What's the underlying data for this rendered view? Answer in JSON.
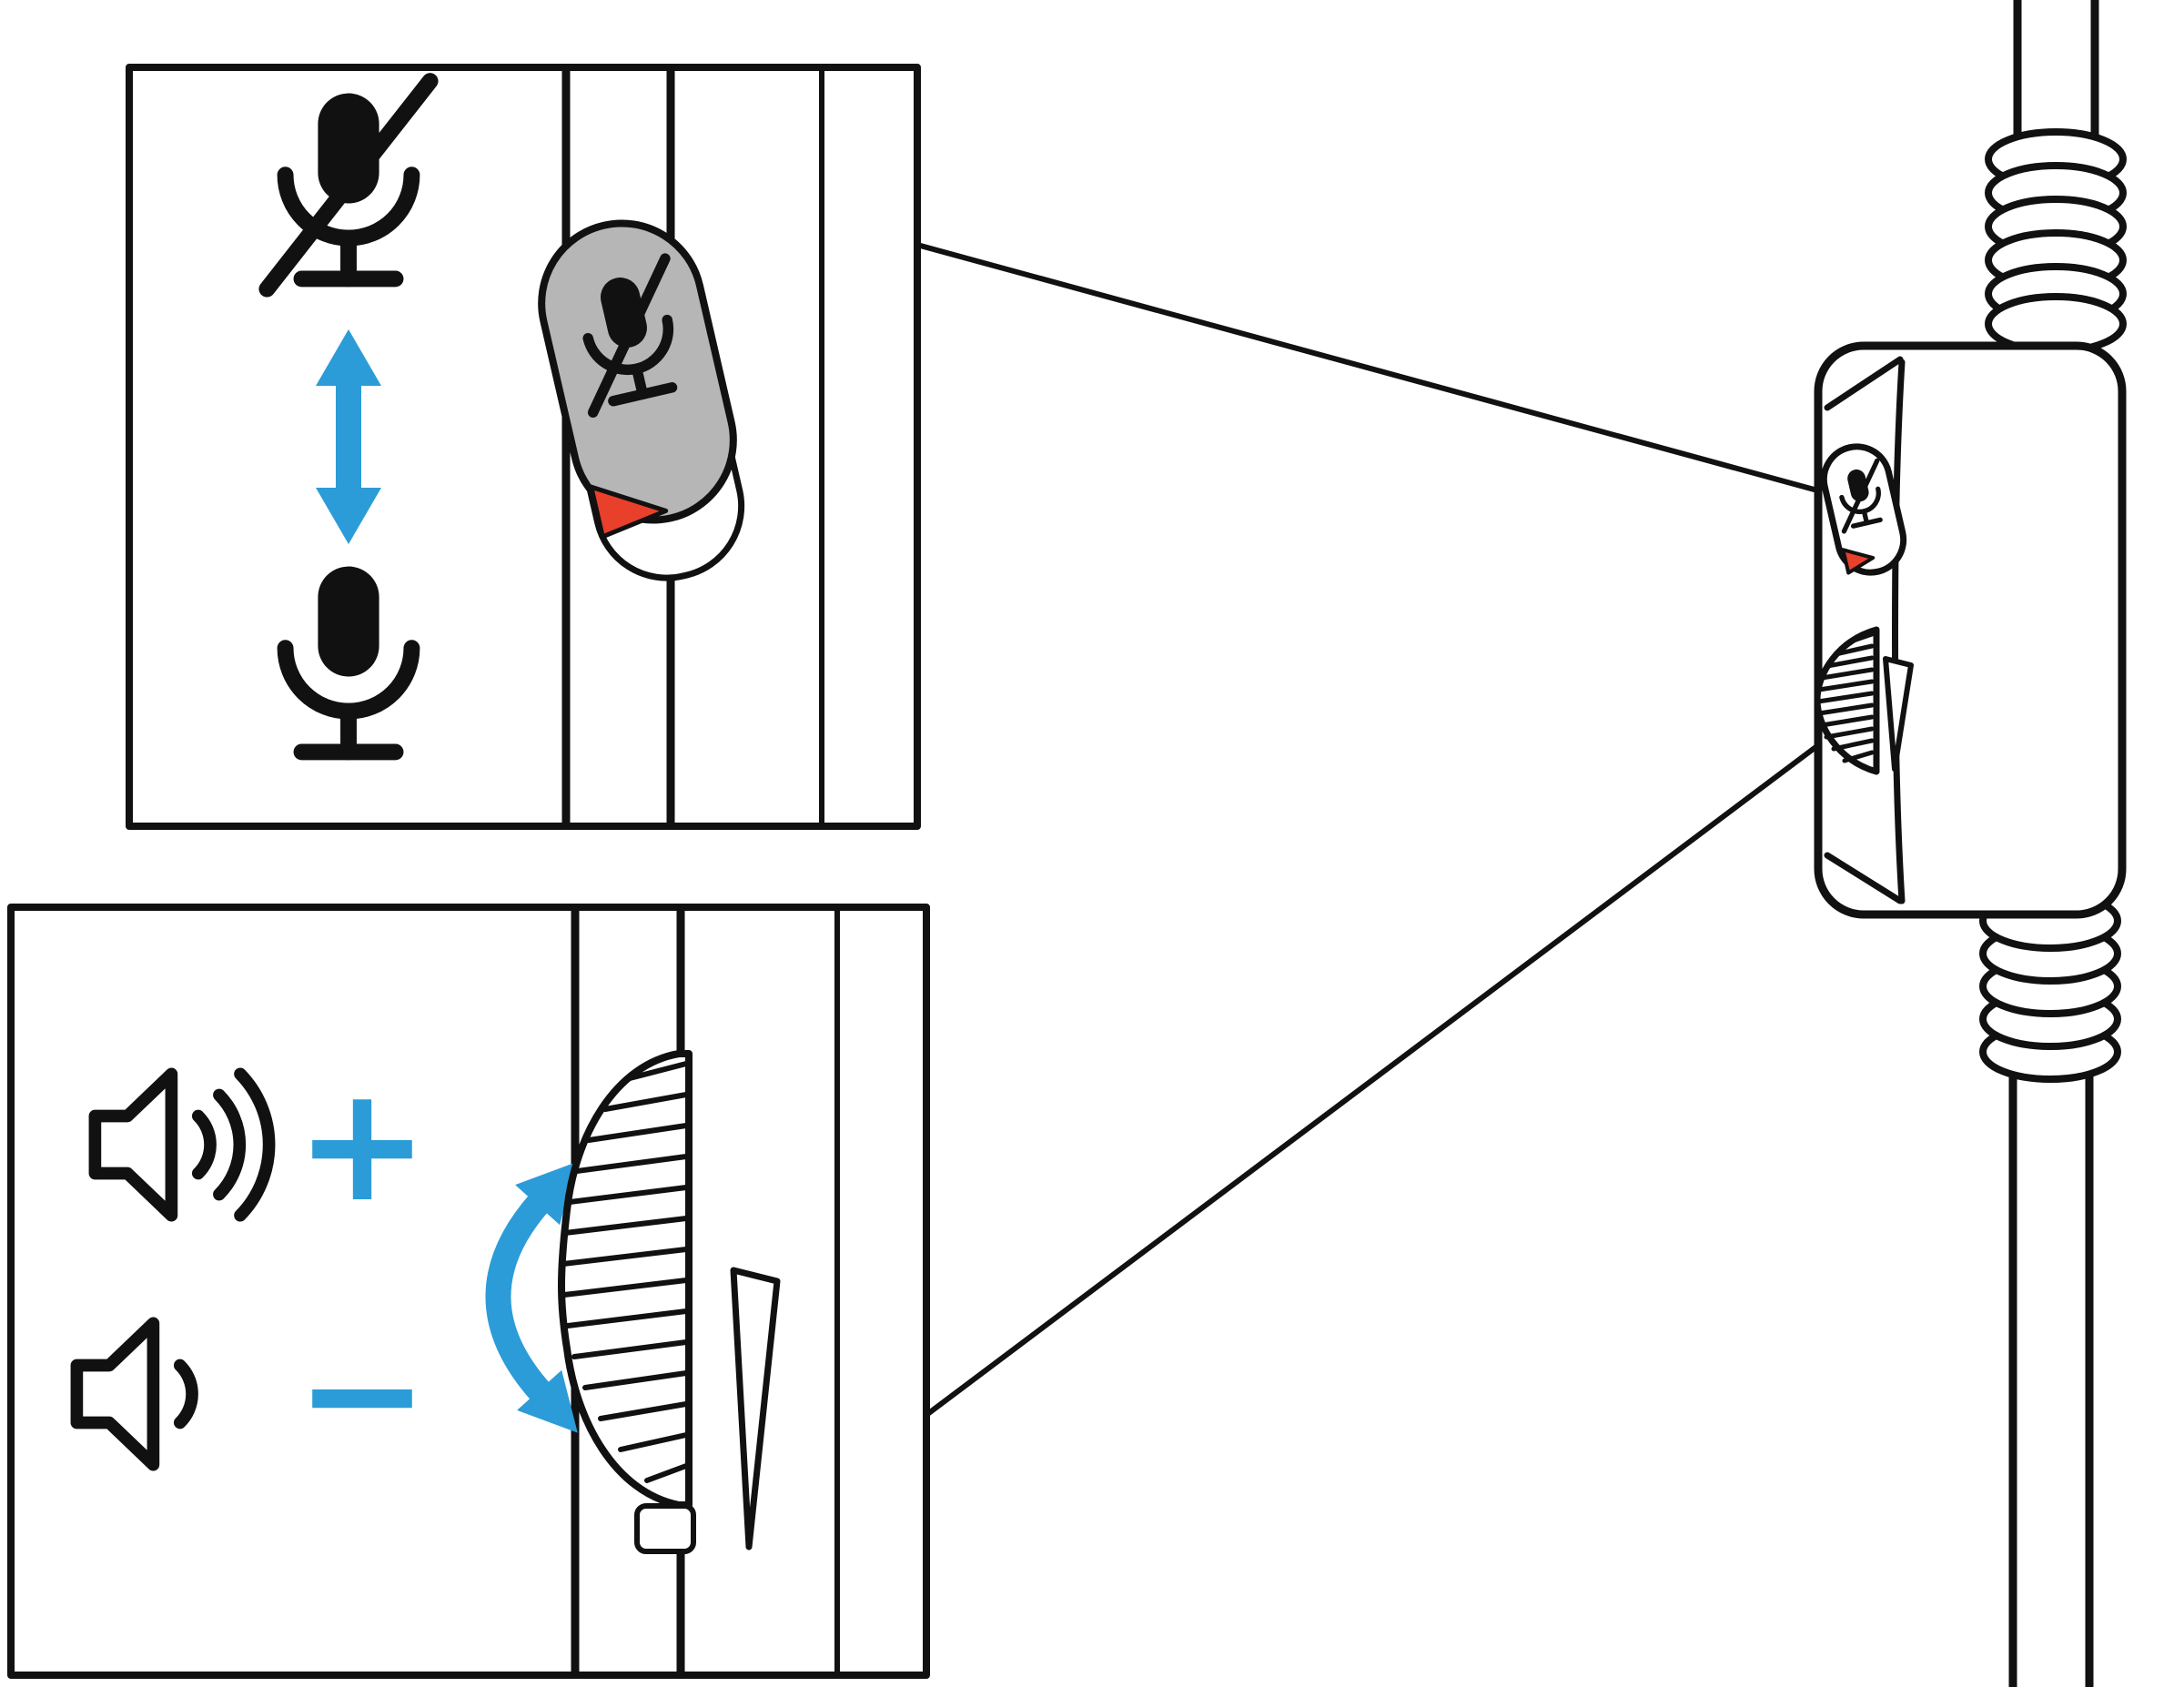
{
  "diagram": {
    "colors": {
      "blue": "#2B9CD8",
      "red": "#E8402B",
      "ink": "#111111",
      "gray": "#B6B6B6",
      "bg": "#FFFFFF"
    },
    "mic_inset": {
      "icons": [
        "mic-muted-icon",
        "slide-up-down-arrow-icon",
        "mic-unmuted-icon",
        "mic-mute-slider-zoom",
        "mute-indicator-red-wedge"
      ]
    },
    "volume_inset": {
      "increase_label": "+",
      "decrease_label": "−",
      "icons": [
        "volume-loud-icon",
        "volume-soft-icon",
        "rotate-up-down-arrow-icon",
        "volume-wheel-zoom",
        "volume-pointer-wedge"
      ]
    },
    "device": {
      "parts": [
        "cable-top",
        "strain-relief-top",
        "remote-body",
        "mic-mute-slider",
        "volume-wheel",
        "volume-pointer-wedge",
        "strain-relief-bottom",
        "cable-bottom"
      ]
    }
  }
}
